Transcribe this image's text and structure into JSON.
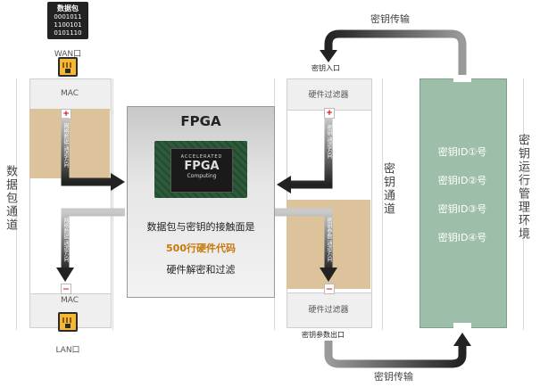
{
  "packet_box": {
    "title": "数据包",
    "bits": [
      "0001011",
      "1100101",
      "0101110"
    ]
  },
  "left_column": {
    "wan_label": "WAN口",
    "mac_top": "MAC",
    "mac_bottom": "MAC",
    "lan_label": "LAN口",
    "side_label": "数据包通道",
    "upper_flow_text": "网络数据  通道方向",
    "lower_flow_text": "网络数据  通道方向",
    "plus_marker": "+",
    "minus_marker": "—"
  },
  "fpga": {
    "title": "FPGA",
    "chip_lines": [
      "ACCELERATED",
      "FPGA",
      "Computing"
    ],
    "line1": "数据包与密钥的接触面是",
    "line2_highlight": "500行硬件代码",
    "line3": "硬件解密和过滤"
  },
  "middle_column": {
    "key_in_label": "密钥入口",
    "filter_top": "硬件过滤器",
    "filter_bottom": "硬件过滤器",
    "key_param_out": "密钥参数出口",
    "side_label": "密钥通道",
    "upper_flow_text": "密钥  通道方向",
    "lower_flow_text": "密钥参数  通道方向",
    "plus_marker": "+",
    "minus_marker": "—"
  },
  "key_transfer_top": "密钥传输",
  "key_transfer_bottom": "密钥传输",
  "key_env": {
    "side_label": "密钥运行管理环境",
    "ids": [
      "密钥ID①号",
      "密钥ID②号",
      "密钥ID③号",
      "密钥ID④号"
    ],
    "color": "#9dbfaa"
  },
  "colors": {
    "accent_orange": "#c8780a",
    "tan": "#dcc39b"
  }
}
